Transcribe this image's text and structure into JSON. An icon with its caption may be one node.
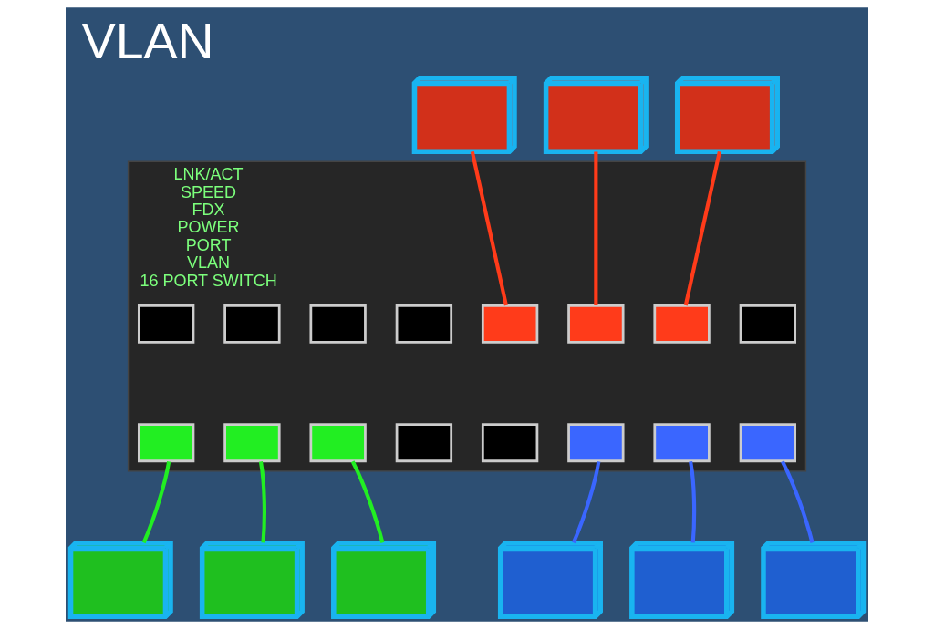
{
  "diagram": {
    "title": "VLAN",
    "nodes": [
      {
        "text": [
          "LNK/ACT",
          "SPEED",
          "FDX",
          "POWER",
          "PORT",
          "VLAN",
          "16 PORT SWITCH"
        ]
      },
      {
        "text": [],
        "shape": "box",
        "in": 0
      },
      {
        "text": [],
        "shape": "box",
        "in": 0
      },
      {
        "text": [],
        "shape": "box",
        "in": 0
      },
      {
        "text": [],
        "shape": "box",
        "in": 0
      },
      {
        "text": [],
        "shape": "box",
        "in": 0
      },
      {
        "text": [],
        "shape": "box",
        "in": 0
      },
      {
        "text": [],
        "shape": "box",
        "in": 0
      },
      {
        "text": [],
        "shape": "box",
        "in": 0
      },
      {
        "text": [],
        "shape": "box",
        "in": 0
      },
      {
        "text": [],
        "shape": "box",
        "in": 0
      },
      {
        "text": [],
        "shape": "box",
        "in": 0
      },
      {
        "text": [],
        "shape": "box",
        "in": 0
      },
      {
        "text": [],
        "shape": "box",
        "in": 0
      },
      {
        "text": [],
        "shape": "box",
        "in": 0
      },
      {
        "text": [],
        "shape": "box",
        "in": 0
      },
      {
        "text": [],
        "shape": "box",
        "in": 0
      },
      {
        "text": [],
        "shape": "picture"
      },
      {
        "text": [],
        "shape": "picture"
      },
      {
        "text": [],
        "shape": "picture"
      },
      {
        "text": [],
        "shape": "picture"
      },
      {
        "text": [],
        "shape": "picture"
      },
      {
        "text": [],
        "shape": "picture"
      },
      {
        "text": [],
        "shape": "picture"
      },
      {
        "text": [],
        "shape": "picture"
      },
      {
        "text": [],
        "shape": "picture"
      }
    ],
    "edges": [
      {
        "from": 17,
        "to": 5,
        "arrow": "none",
        "color": "#ff3b1a"
      },
      {
        "from": 18,
        "to": 6,
        "arrow": "none",
        "color": "#ff3b1a"
      },
      {
        "from": 19,
        "to": 7,
        "arrow": "none",
        "color": "#ff3b1a"
      },
      {
        "from": 20,
        "to": 9,
        "arrow": "none",
        "color": "#22ee22"
      },
      {
        "from": 21,
        "to": 10,
        "arrow": "none",
        "color": "#22ee22"
      },
      {
        "from": 22,
        "to": 11,
        "arrow": "none",
        "color": "#22ee22"
      },
      {
        "from": 23,
        "to": 14,
        "arrow": "none",
        "color": "#3a66ff"
      },
      {
        "from": 24,
        "to": 15,
        "arrow": "none",
        "color": "#3a66ff"
      },
      {
        "from": 25,
        "to": 16,
        "arrow": "none",
        "color": "#3a66ff"
      }
    ]
  }
}
